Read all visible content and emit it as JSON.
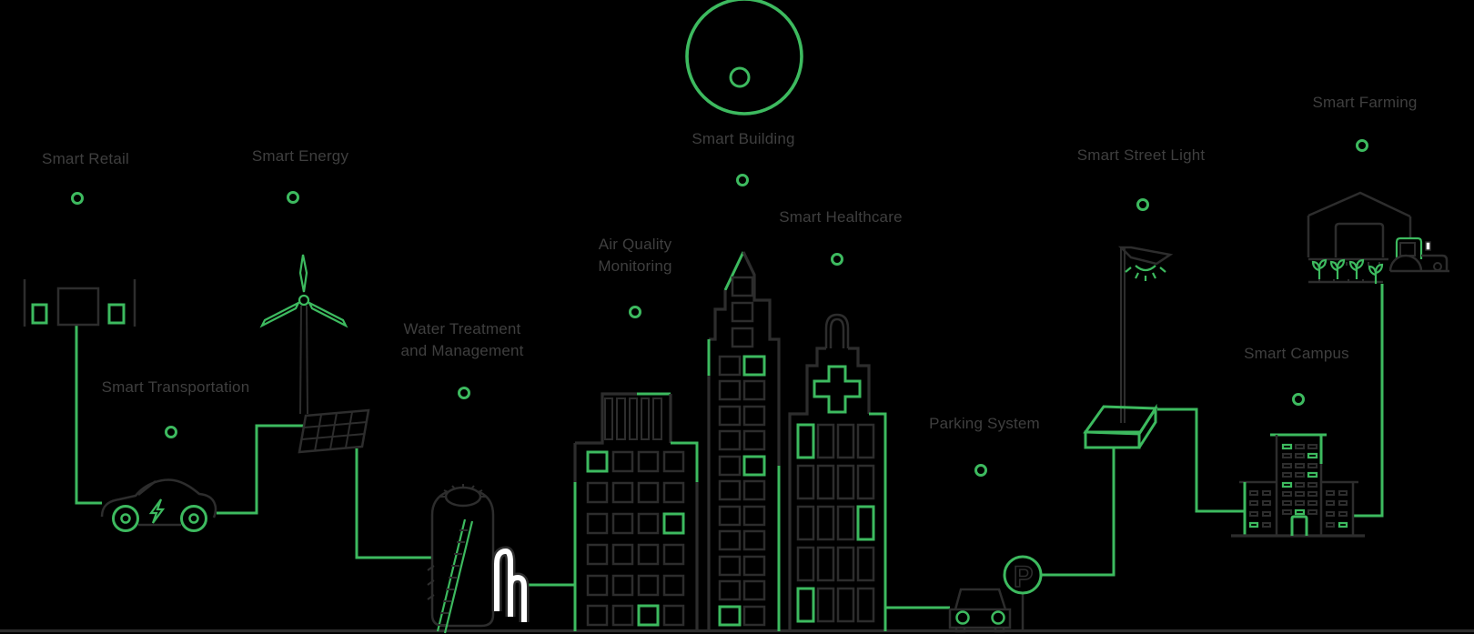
{
  "title": "Smart city IoT applications illustration",
  "colors": {
    "accent-green": "#3dba5f",
    "line-dark": "#2d2d2d",
    "label-text": "#3f3f3f",
    "background": "#000000",
    "pipe-white": "#ffffff"
  },
  "labels": {
    "retail": "Smart Retail",
    "energy": "Smart Energy",
    "transportation": "Smart Transportation",
    "water": "Water Treatment\nand Management",
    "air": "Air Quality\nMonitoring",
    "building": "Smart Building",
    "healthcare": "Smart Healthcare",
    "parking": "Parking System",
    "street_light": "Smart Street Light",
    "farming": "Smart Farming",
    "campus": "Smart Campus"
  },
  "parking_sign_letter": "P",
  "icons": [
    "sun-icon",
    "store-checkout-icon",
    "wind-turbine-icon",
    "solar-panel-icon",
    "electric-car-icon",
    "water-tank-icon",
    "ladder-icon",
    "pipe-icon",
    "office-building-icon",
    "skyscraper-icon",
    "hospital-icon",
    "parking-sign-icon",
    "car-front-icon",
    "street-light-icon",
    "barn-icon",
    "sprout-icon",
    "tractor-icon",
    "campus-building-icon",
    "ground-line",
    "node-dot"
  ]
}
